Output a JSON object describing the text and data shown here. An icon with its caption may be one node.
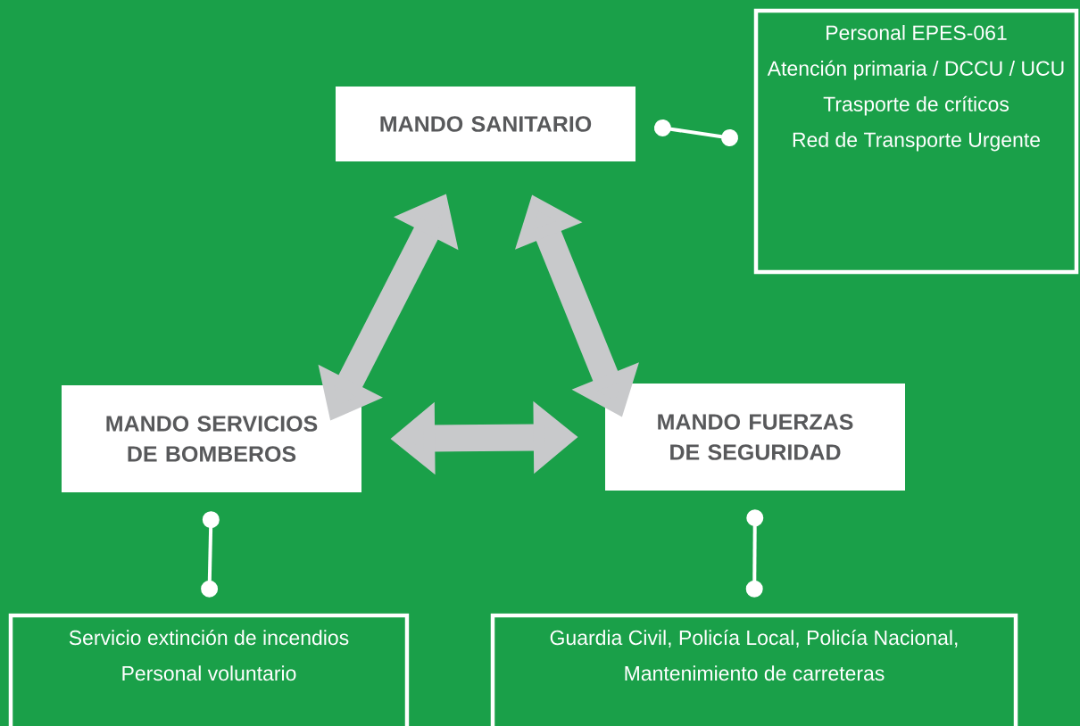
{
  "diagram": {
    "nodes": [
      {
        "text": [
          "MANDO SANITARIO"
        ]
      },
      {
        "text": [
          "Personal EPES-061",
          "Atención primaria / DCCU / UCU",
          "Trasporte de críticos",
          "Red de Transporte Urgente"
        ]
      },
      {
        "text": [
          "MANDO SERVICIOS DE BOMBEROS"
        ]
      },
      {
        "text": [
          "MANDO FUERZAS DE SEGURIDAD"
        ]
      },
      {
        "text": [
          "Servicio extinción de incendios",
          "Personal voluntario"
        ]
      },
      {
        "text": [
          "Guardia Civil, Policía Local, Policía Nacional, Mantenimiento de carreteras"
        ]
      }
    ],
    "edges": [
      {
        "from": 0,
        "to": 2,
        "arrow": "both",
        "style": "thick",
        "color": "#c8c9cb"
      },
      {
        "from": 0,
        "to": 3,
        "arrow": "both",
        "style": "thick",
        "color": "#c8c9cb"
      },
      {
        "from": 2,
        "to": 3,
        "arrow": "both",
        "style": "thick",
        "color": "#c8c9cb"
      },
      {
        "from": 0,
        "to": 1,
        "arrow": "other"
      },
      {
        "from": 2,
        "to": 4,
        "arrow": "other"
      },
      {
        "from": 3,
        "to": 5,
        "arrow": "other"
      }
    ]
  }
}
